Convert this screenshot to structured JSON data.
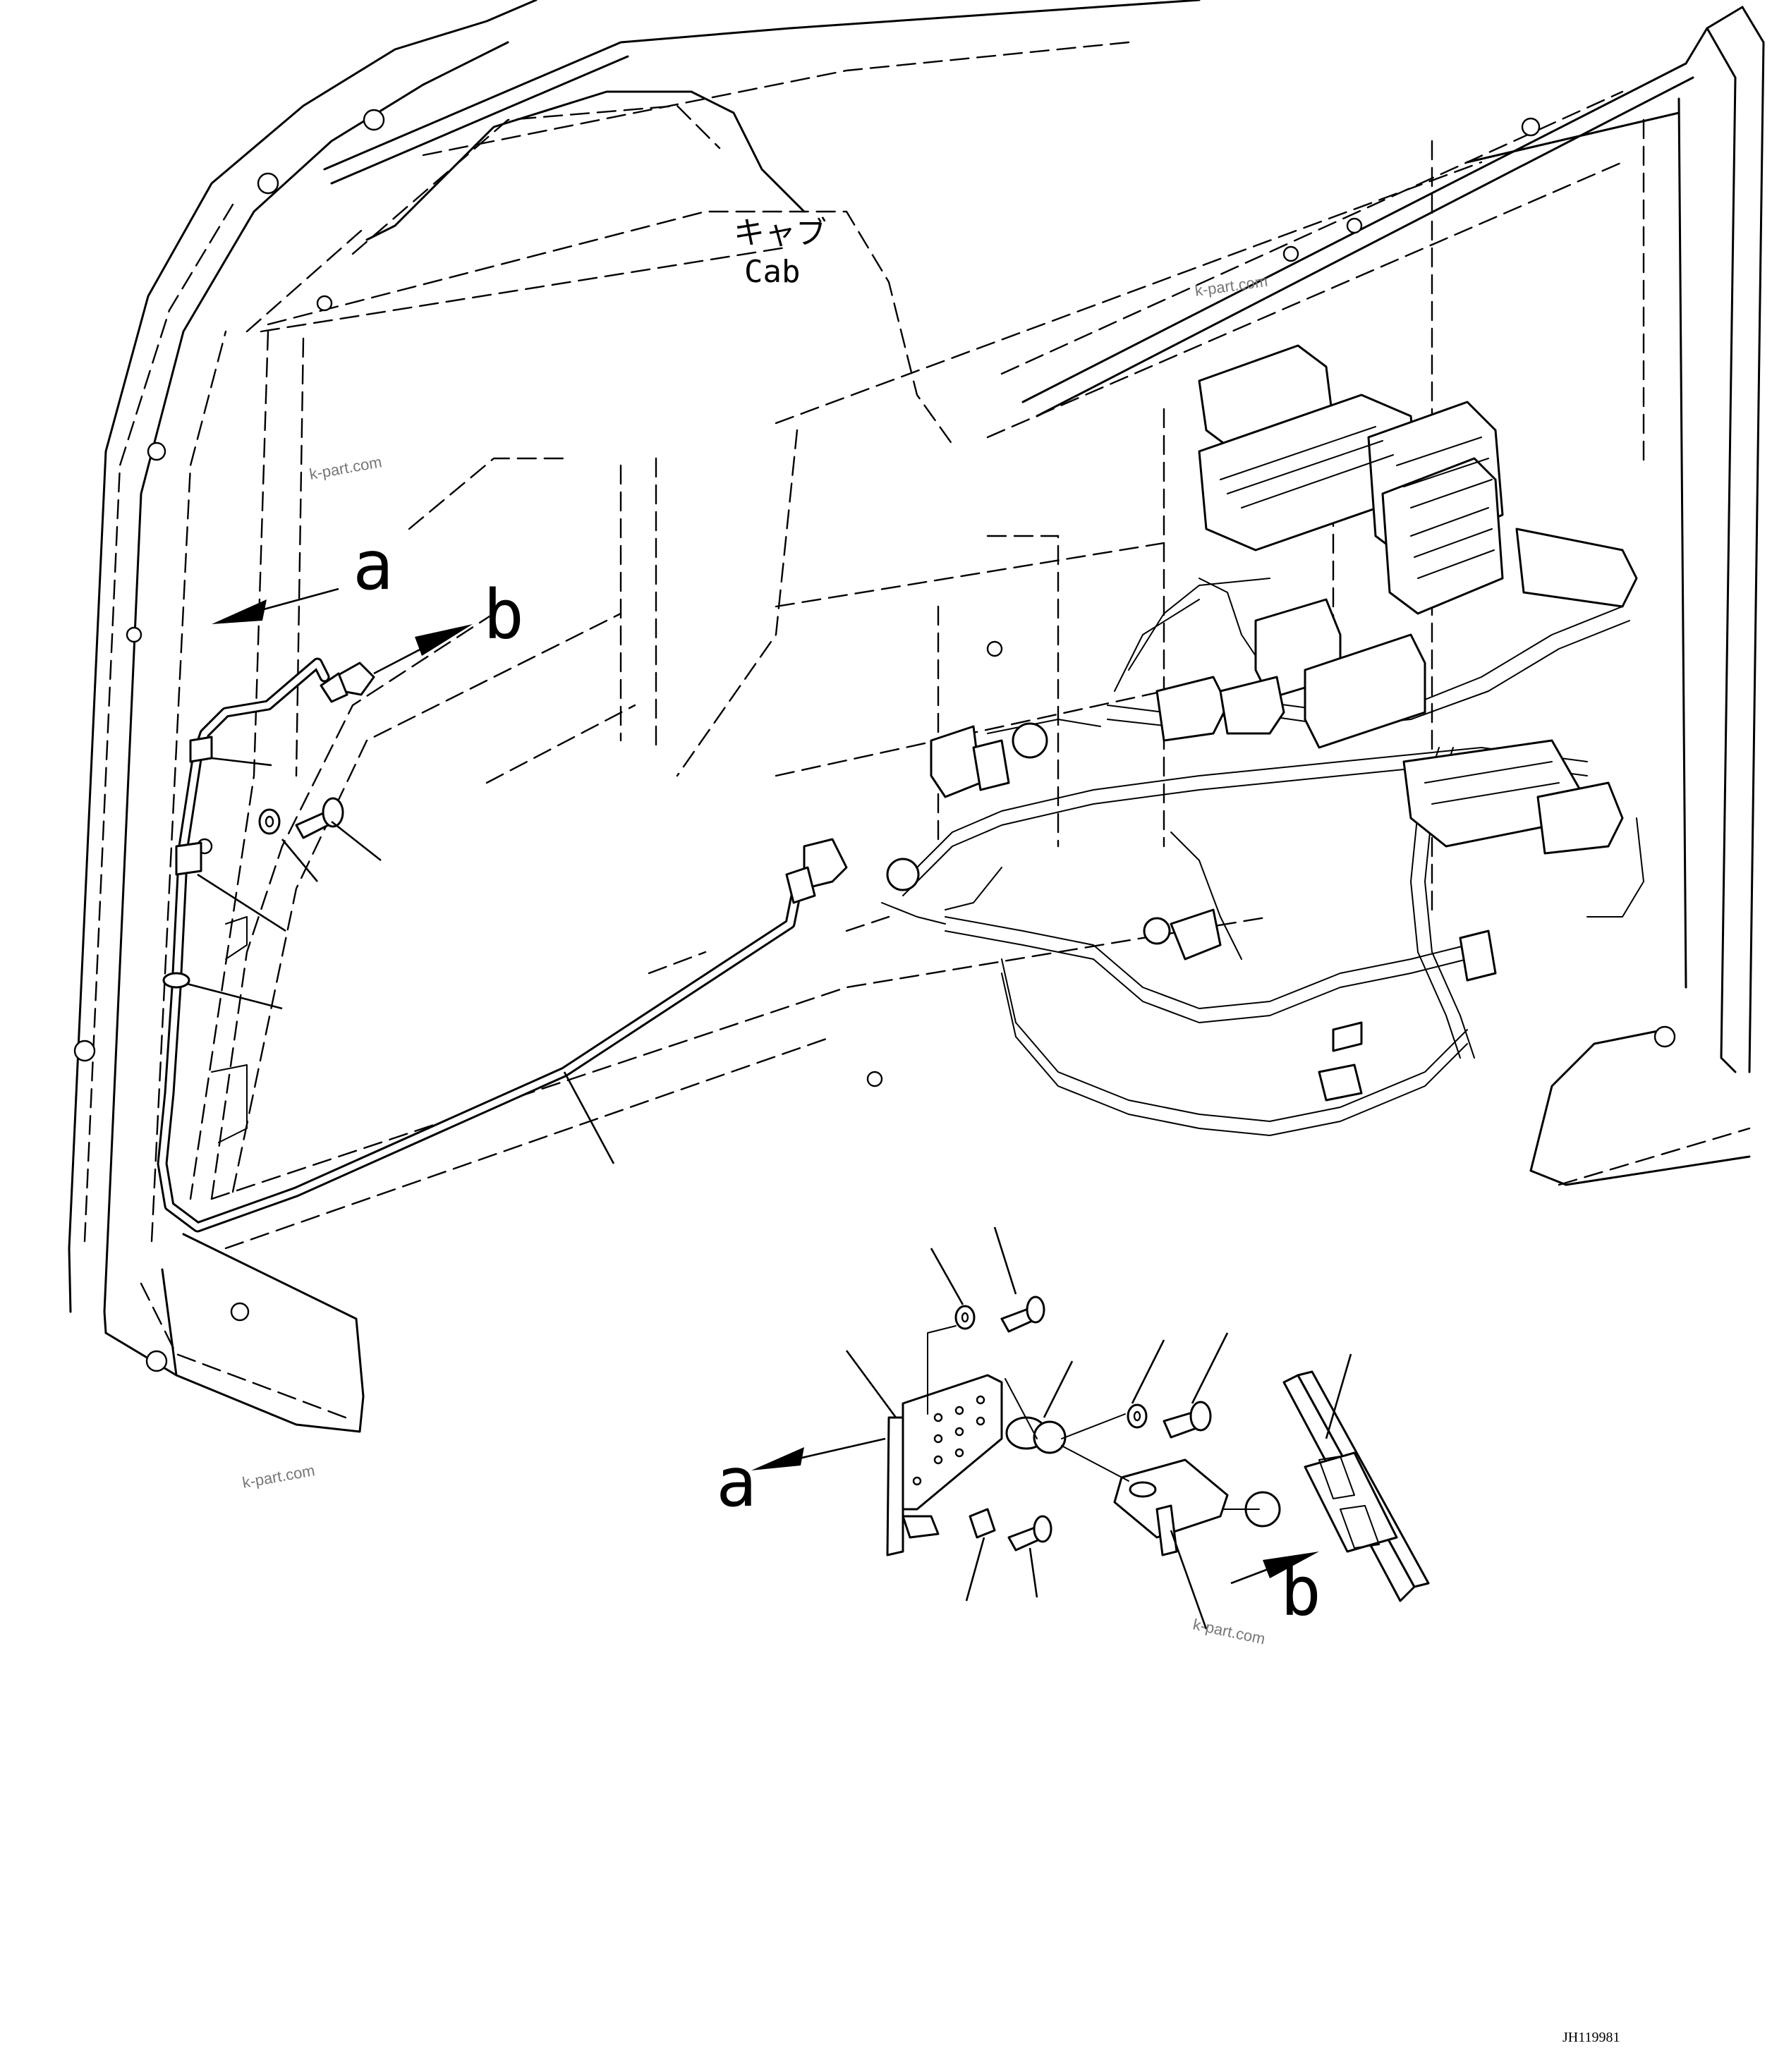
{
  "labels": {
    "cab_jp": "キャブ",
    "cab_en": "Cab",
    "ref_a": "a",
    "ref_b": "b",
    "drawing_number": "JH119981"
  },
  "watermarks": [
    "k-part.com",
    "k-part.com",
    "k-part.com",
    "k-part.com"
  ]
}
